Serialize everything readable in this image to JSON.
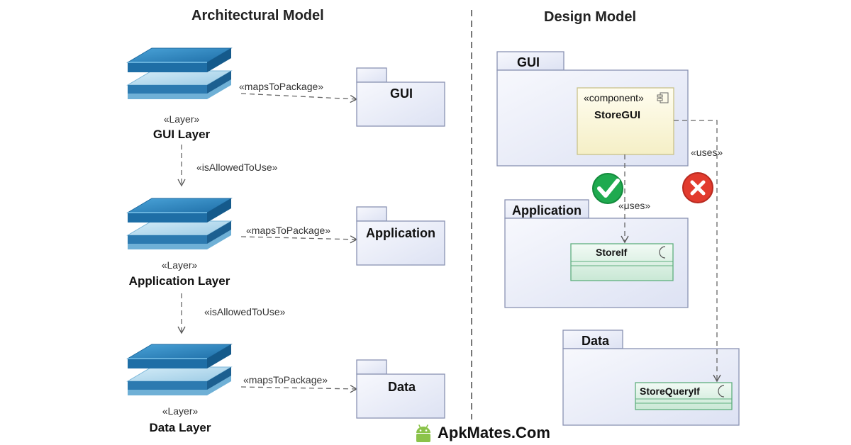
{
  "titles": {
    "left": "Architectural Model",
    "right": "Design Model"
  },
  "layers": [
    {
      "stereotype": "«Layer»",
      "name": "GUI Layer",
      "maps_label": "«mapsToPackage»",
      "package": "GUI"
    },
    {
      "stereotype": "«Layer»",
      "name": "Application Layer",
      "maps_label": "«mapsToPackage»",
      "package": "Application"
    },
    {
      "stereotype": "«Layer»",
      "name": "Data Layer",
      "maps_label": "«mapsToPackage»",
      "package": "Data"
    }
  ],
  "allowed_labels": [
    "«isAllowedToUse»",
    "«isAllowedToUse»"
  ],
  "design": {
    "gui_package": "GUI",
    "application_package": "Application",
    "data_package": "Data",
    "component_stereotype": "«component»",
    "component_name": "StoreGUI",
    "interface_app": "StoreIf",
    "interface_data": "StoreQueryIf",
    "uses_allowed": "«uses»",
    "uses_forbidden": "«uses»"
  },
  "watermark": {
    "text": "ApkMates.Com"
  },
  "colors": {
    "layer_dark": "#2a7fb8",
    "layer_light": "#a9d4ea",
    "package_fill": "#eef1fb",
    "package_stroke": "#8a93b3",
    "component_fill": "#fdfbe3",
    "interface_fill": "#dff1e6",
    "check_green": "#1faa4f",
    "cross_red": "#e23b2e",
    "android_green": "#8bc34a"
  }
}
